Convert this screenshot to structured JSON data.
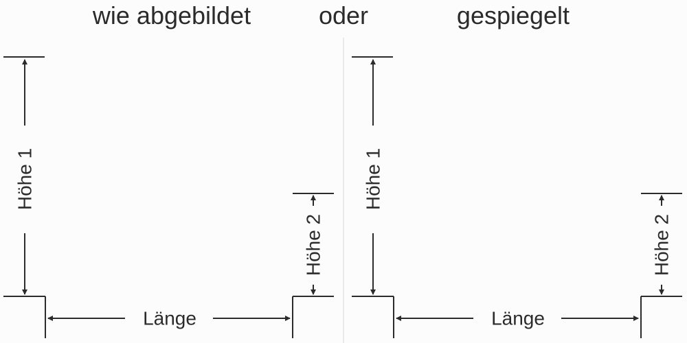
{
  "titles": {
    "left": "wie abgebildet",
    "middle": "oder",
    "right": "gespiegelt"
  },
  "labels": {
    "height1": "Höhe 1",
    "height2": "Höhe 2",
    "length": "Länge"
  },
  "colors": {
    "line": "#2b2b2b",
    "background": "#fcfcfc",
    "divider": "#d8d8d8"
  }
}
